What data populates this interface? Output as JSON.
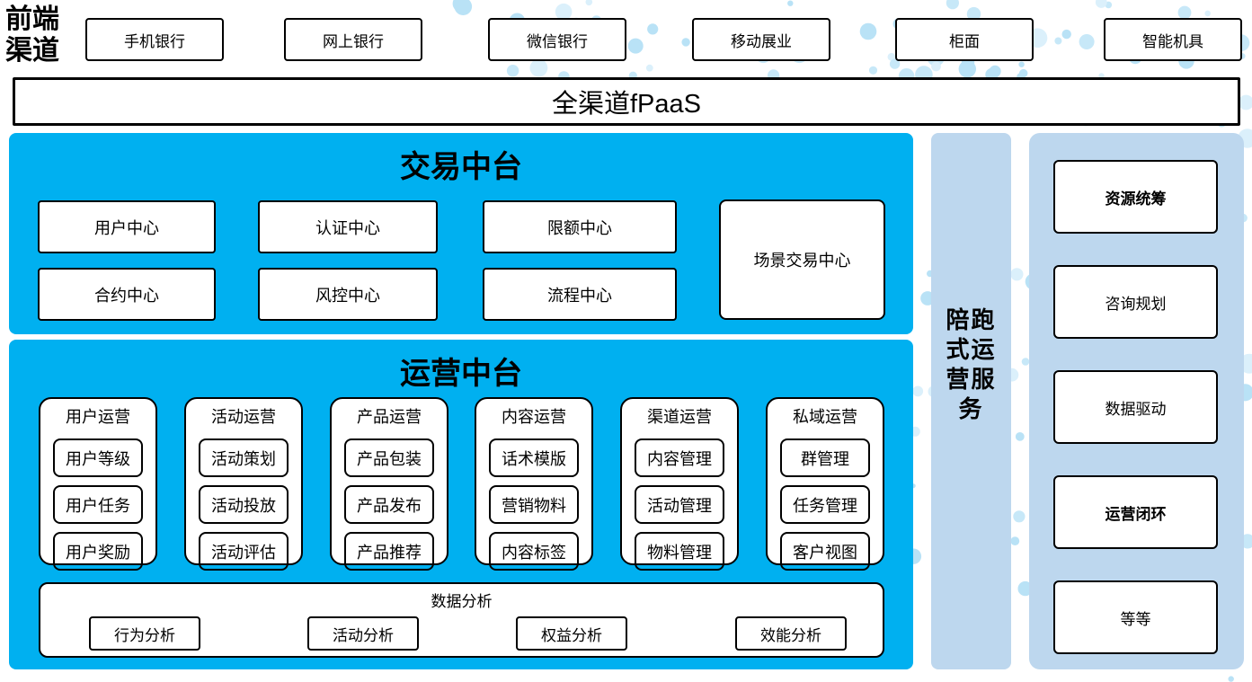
{
  "colors": {
    "accent_blue": "#00B0F0",
    "panel_blue": "#BDD7EE",
    "dot_colors": [
      "#dbf0fb",
      "#c7e8f8",
      "#b9e2f6"
    ],
    "border": "#000000"
  },
  "front_channels": {
    "label": "前端渠道",
    "items": [
      "手机银行",
      "网上银行",
      "微信银行",
      "移动展业",
      "柜面",
      "智能机具"
    ]
  },
  "fpaas": {
    "label": "全渠道fPaaS"
  },
  "transaction_platform": {
    "title": "交易中台",
    "centers": [
      "用户中心",
      "认证中心",
      "限额中心",
      "合约中心",
      "风控中心",
      "流程中心"
    ],
    "scene_center": "场景交易中心"
  },
  "operation_platform": {
    "title": "运营中台",
    "columns": [
      {
        "header": "用户运营",
        "items": [
          "用户等级",
          "用户任务",
          "用户奖励"
        ]
      },
      {
        "header": "活动运营",
        "items": [
          "活动策划",
          "活动投放",
          "活动评估"
        ]
      },
      {
        "header": "产品运营",
        "items": [
          "产品包装",
          "产品发布",
          "产品推荐"
        ]
      },
      {
        "header": "内容运营",
        "items": [
          "话术模版",
          "营销物料",
          "内容标签"
        ]
      },
      {
        "header": "渠道运营",
        "items": [
          "内容管理",
          "活动管理",
          "物料管理"
        ]
      },
      {
        "header": "私域运营",
        "items": [
          "群管理",
          "任务管理",
          "客户视图"
        ]
      }
    ],
    "data_analysis": {
      "title": "数据分析",
      "items": [
        "行为分析",
        "活动分析",
        "权益分析",
        "效能分析"
      ]
    }
  },
  "side_service": {
    "label": "陪跑式运营服务"
  },
  "advisory_panel": {
    "items": [
      {
        "label": "资源统筹",
        "bold": true
      },
      {
        "label": "咨询规划",
        "bold": false
      },
      {
        "label": "数据驱动",
        "bold": false
      },
      {
        "label": "运营闭环",
        "bold": true
      },
      {
        "label": "等等",
        "bold": false
      }
    ]
  }
}
